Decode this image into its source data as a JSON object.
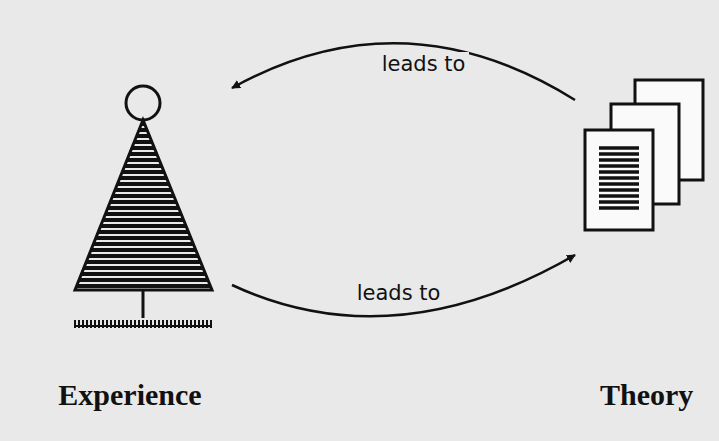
{
  "diagram": {
    "nodes": [
      {
        "text": [
          "Experience"
        ]
      },
      {
        "text": [
          "Theory"
        ]
      }
    ],
    "edges": [
      {
        "from": 1,
        "to": 0,
        "label": "leads to",
        "arrow": "to"
      },
      {
        "from": 0,
        "to": 1,
        "label": "leads to",
        "arrow": "to"
      }
    ]
  }
}
